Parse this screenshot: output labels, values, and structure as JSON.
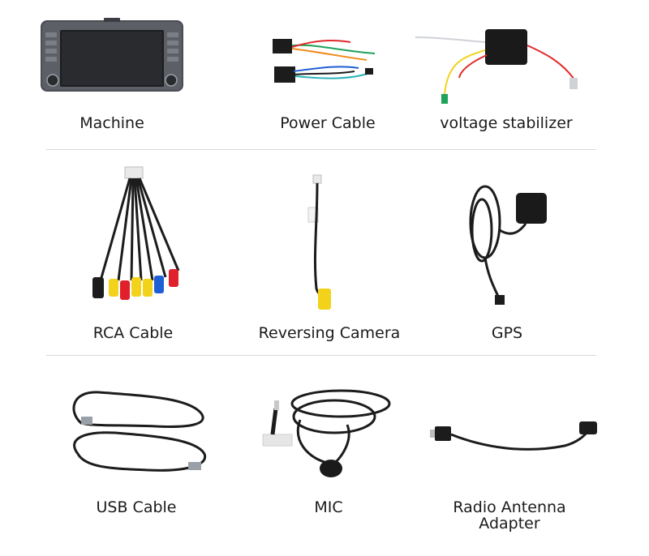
{
  "items": [
    {
      "label": "Machine",
      "icon": "car-stereo-unit-icon"
    },
    {
      "label": "Power Cable",
      "icon": "power-cable-icon"
    },
    {
      "label": "voltage stabilizer",
      "icon": "voltage-stabilizer-icon"
    },
    {
      "label": "RCA Cable",
      "icon": "rca-cable-icon"
    },
    {
      "label": "Reversing  Camera",
      "icon": "reversing-camera-cable-icon"
    },
    {
      "label": "GPS",
      "icon": "gps-antenna-icon"
    },
    {
      "label": "USB Cable",
      "icon": "usb-cable-icon"
    },
    {
      "label": "MIC",
      "icon": "microphone-icon"
    },
    {
      "label_lines": [
        "Radio Antenna",
        "Adapter"
      ],
      "icon": "radio-antenna-adapter-icon"
    }
  ],
  "colors": {
    "background": "#ffffff",
    "divider": "#d9d9d9",
    "text": "#1a1a1a",
    "cable": "#1c1c1c",
    "rca_red": "#e0202a",
    "rca_yellow": "#f2d21b",
    "rca_blue": "#1f5fd6",
    "wire_green": "#1ea35a",
    "wire_orange": "#f08a1c",
    "wire_red": "#e02a2a"
  }
}
